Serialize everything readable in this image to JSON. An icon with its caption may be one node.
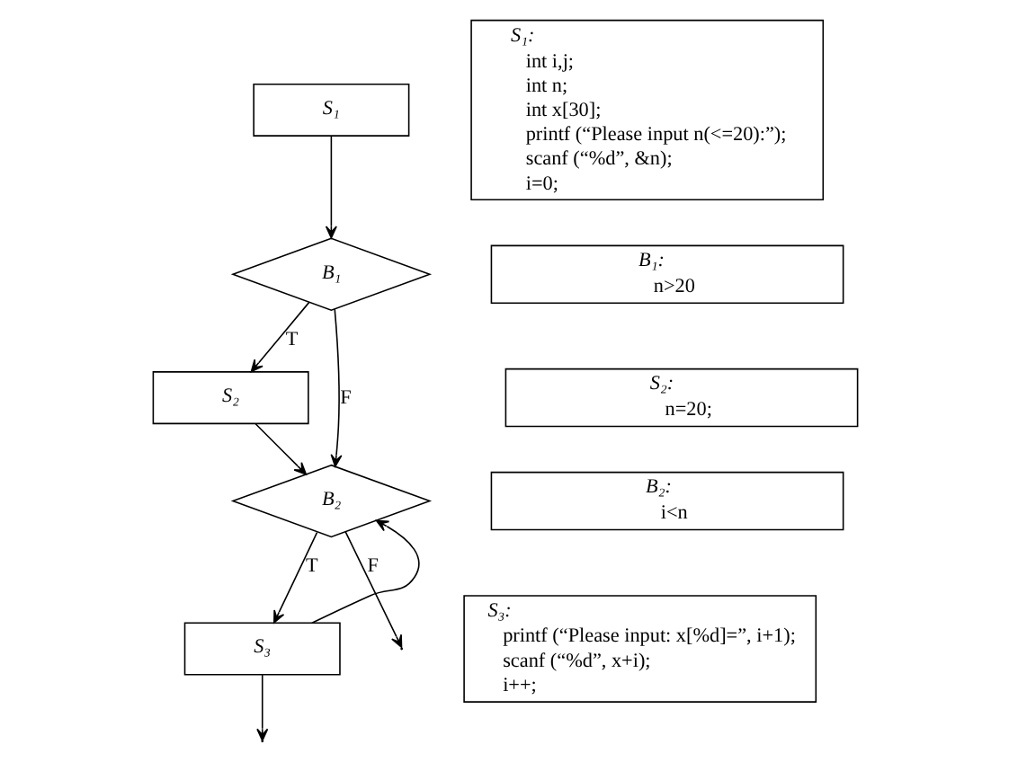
{
  "diagram": {
    "nodes": [
      {
        "text": [
          "S₁"
        ]
      },
      {
        "text": [
          "B₁"
        ]
      },
      {
        "text": [
          "S₂"
        ]
      },
      {
        "text": [
          "B₂"
        ]
      },
      {
        "text": [
          "S₃"
        ]
      },
      {
        "text": [
          "S₁:",
          "int i,j;",
          "int n;",
          "int x[30];",
          "printf (“Please input n(<=20):”);",
          "scanf (“%d”, &n);",
          "i=0;"
        ]
      },
      {
        "text": [
          "B₁:",
          "n>20"
        ]
      },
      {
        "text": [
          "S₂:",
          "n=20;"
        ]
      },
      {
        "text": [
          "B₂:",
          "i<n"
        ]
      },
      {
        "text": [
          "S₃:",
          "printf (“Please input: x[%d]=”, i+1);",
          "scanf (“%d”, x+i);",
          "i++;"
        ]
      }
    ],
    "edges": [
      {
        "from": 0,
        "to": 1,
        "arrow": "to"
      },
      {
        "from": 1,
        "to": 2,
        "arrow": "to",
        "label": "T"
      },
      {
        "from": 1,
        "to": 3,
        "arrow": "to",
        "label": "F"
      },
      {
        "from": 2,
        "to": 3,
        "arrow": "to"
      },
      {
        "from": 3,
        "to": 4,
        "arrow": "to",
        "label": "T"
      },
      {
        "from": 4,
        "to": 3,
        "arrow": "to"
      },
      {
        "from": 3,
        "to": null,
        "arrow": "to",
        "label": "F"
      },
      {
        "from": 4,
        "to": null,
        "arrow": "to"
      }
    ]
  }
}
